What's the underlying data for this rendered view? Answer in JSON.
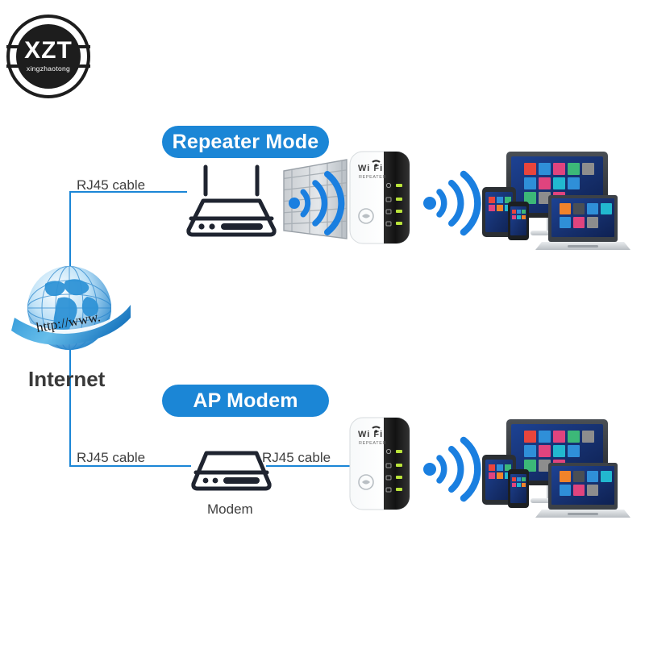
{
  "page": {
    "background": "#ffffff",
    "accent_blue": "#1b86d6",
    "wifi_blue": "#1a7fe0",
    "line_blue": "#1b86d6",
    "dark_outline": "#1f2430",
    "label_gray": "#3f3f3f"
  },
  "logo": {
    "name": "XZT",
    "subtitle": "xingzhaotong",
    "shape": "circle-badge",
    "color": "#1d1d1d",
    "text_color": "#ffffff"
  },
  "modes": [
    {
      "id": "repeater",
      "badge_label": "Repeater Mode",
      "badge_color": "#1b86d6",
      "badge_text_color": "#ffffff",
      "cable_label": "RJ45 cable",
      "source_icon": "router-icon",
      "barrier_icon": "brick-wall-icon",
      "repeater_icon": "wifi-repeater-icon",
      "signal_icon": "wifi-signal-icon",
      "clients_icon": "device-cluster-icon"
    },
    {
      "id": "ap-modem",
      "badge_label": "AP Modem",
      "badge_color": "#1b86d6",
      "badge_text_color": "#ffffff",
      "cable_label_left": "RJ45 cable",
      "cable_label_right": "RJ45 cable",
      "source_icon": "modem-icon",
      "source_label": "Modem",
      "repeater_icon": "wifi-repeater-icon",
      "signal_icon": "wifi-signal-icon",
      "clients_icon": "device-cluster-icon"
    }
  ],
  "internet": {
    "label": "Internet",
    "banner_text": "http://www.",
    "icon": "globe-icon",
    "color": "#1a7ec8"
  },
  "repeater_device": {
    "brand_line1": "Wi",
    "brand_line2": "Fi",
    "brand_text": "Wi Fi",
    "model_text": "REPEATER",
    "led_count": 4,
    "led_color": "#b9e33a",
    "body_color": "#ffffff",
    "panel_color": "#1a1a1a",
    "button_icon": "wps-button-icon"
  },
  "device_cluster": {
    "items": [
      "monitor",
      "tablet",
      "smartphone",
      "laptop"
    ],
    "screen_color": "#1b3a82",
    "tile_colors": [
      "#e8453c",
      "#2f8fd8",
      "#e0447e",
      "#3cb878",
      "#8d8d8d",
      "#f0832a",
      "#9b59b6",
      "#22b8cf"
    ]
  }
}
